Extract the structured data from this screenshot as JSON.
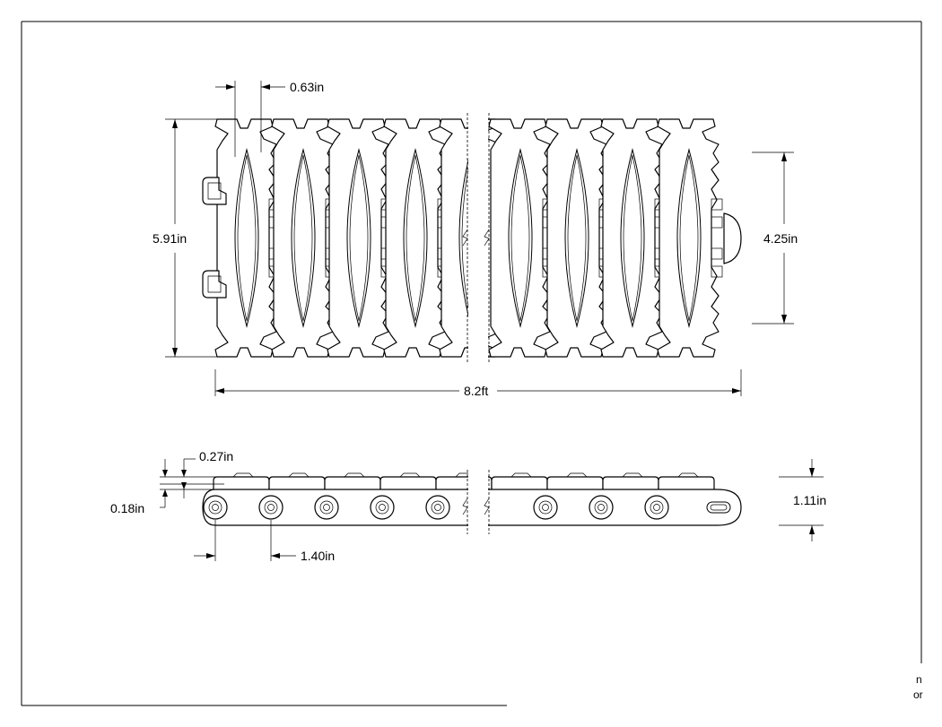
{
  "top_view": {
    "link_width_dim": "0.63in",
    "overall_width_dim": "5.91in",
    "rib_width_dim": "4.25in",
    "length_dim": "8.2ft"
  },
  "side_view": {
    "top_thickness_dim": "0.27in",
    "base_thickness_dim": "0.18in",
    "height_dim": "1.11in",
    "pitch_dim": "1.40in"
  },
  "corner_text": [
    "n",
    "or"
  ]
}
